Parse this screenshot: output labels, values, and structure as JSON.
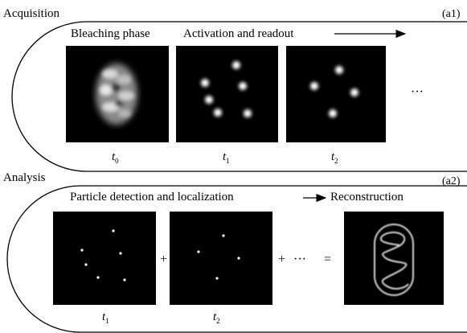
{
  "acquisition": {
    "section_label": "Acquisition",
    "panel_id": "(a1)",
    "phase_bleaching": "Bleaching phase",
    "phase_activation": "Activation and readout",
    "ellipsis": "···",
    "frames": [
      {
        "t": "t",
        "sub": "0"
      },
      {
        "t": "t",
        "sub": "1"
      },
      {
        "t": "t",
        "sub": "2"
      }
    ]
  },
  "analysis": {
    "section_label": "Analysis",
    "panel_id": "(a2)",
    "detection_label": "Particle detection and localization",
    "reconstruction_label": "Reconstruction",
    "plus": "+",
    "plus2": "+",
    "dots": "···",
    "equals": "=",
    "frames": [
      {
        "t": "t",
        "sub": "1"
      },
      {
        "t": "t",
        "sub": "2"
      }
    ]
  }
}
